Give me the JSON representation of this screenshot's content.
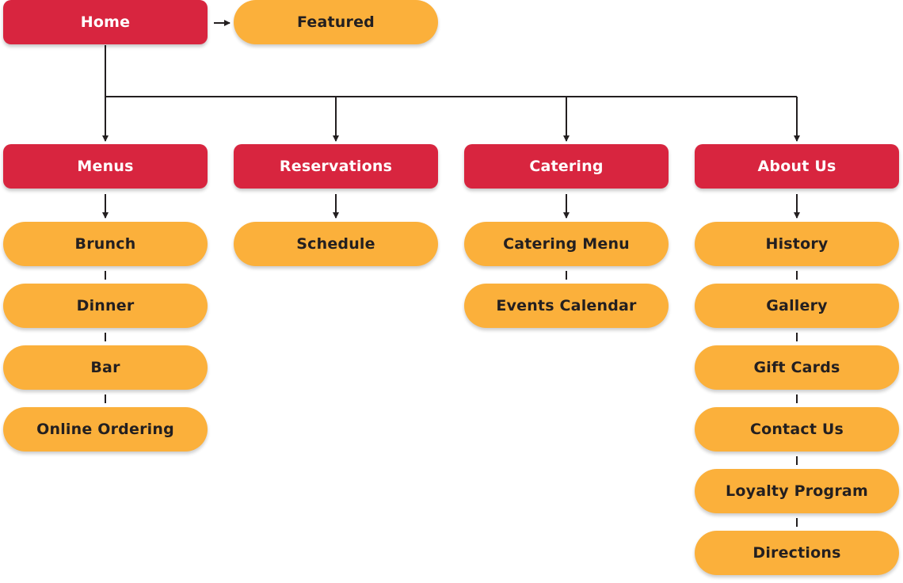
{
  "colors": {
    "primary_node": "#d8253f",
    "secondary_node": "#fbb03b",
    "connector": "#231f20"
  },
  "home": {
    "label": "Home"
  },
  "featured": {
    "label": "Featured"
  },
  "sections": [
    {
      "label": "Menus",
      "children": [
        "Brunch",
        "Dinner",
        "Bar",
        "Online Ordering"
      ]
    },
    {
      "label": "Reservations",
      "children": [
        "Schedule"
      ]
    },
    {
      "label": "Catering",
      "children": [
        "Catering Menu",
        "Events Calendar"
      ]
    },
    {
      "label": "About Us",
      "children": [
        "History",
        "Gallery",
        "Gift Cards",
        "Contact Us",
        "Loyalty Program",
        "Directions"
      ]
    }
  ]
}
